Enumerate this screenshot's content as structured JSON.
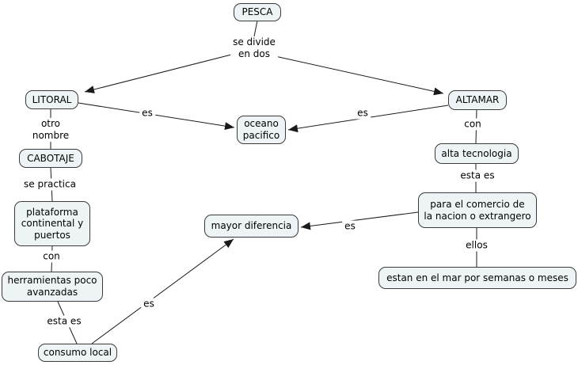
{
  "diagram": {
    "title": "PESCA concept map",
    "colors": {
      "background": "#ffffff",
      "node_fill": "#eef4f6",
      "node_border": "#3b3b3b",
      "line": "#1a1a1a",
      "text": "#000000"
    }
  },
  "nodes": {
    "pesca": {
      "label": "PESCA"
    },
    "litoral": {
      "label": "LITORAL"
    },
    "altamar": {
      "label": "ALTAMAR"
    },
    "oceano_pacifico": {
      "label": "oceano\npacifico"
    },
    "cabotaje": {
      "label": "CABOTAJE"
    },
    "plataforma": {
      "label": "plataforma\ncontinental y\npuertos"
    },
    "herramientas": {
      "label": "herramientas poco\navanzadas"
    },
    "consumo_local": {
      "label": "consumo local"
    },
    "mayor_diferencia": {
      "label": "mayor diferencia"
    },
    "comercio": {
      "label": "para el comercio de\nla nacion o extrangero"
    },
    "alta_tecnologia": {
      "label": "alta tecnologia"
    },
    "estan_mar": {
      "label": "estan en el mar por semanas o meses"
    }
  },
  "link_labels": {
    "se_divide": "se divide\nen dos",
    "es_litoral_oceano": "es",
    "es_altamar_oceano": "es",
    "otro_nombre": "otro\nnombre",
    "se_practica": "se practica",
    "con_plataforma": "con",
    "esta_es_consumo": "esta es",
    "es_consumo_mayor": "es",
    "con_altamar": "con",
    "esta_es_comercio": "esta es",
    "ellos": "ellos",
    "es_comercio_mayor": "es"
  }
}
